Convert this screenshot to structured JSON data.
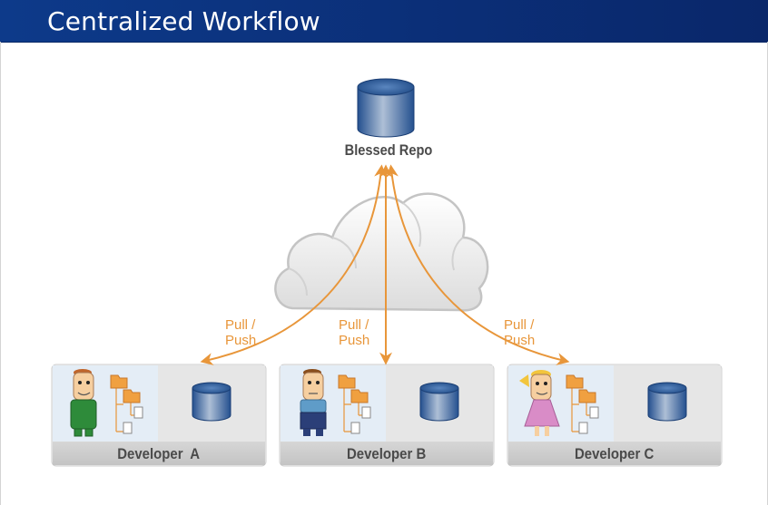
{
  "header": {
    "title": "Centralized Workflow"
  },
  "repo": {
    "label": "Blessed Repo"
  },
  "links": [
    {
      "line1": "Pull /",
      "line2": "Push"
    },
    {
      "line1": "Pull /",
      "line2": "Push"
    },
    {
      "line1": "Pull /",
      "line2": "Push"
    }
  ],
  "developers": [
    {
      "label": "Developer  A"
    },
    {
      "label": "Developer B"
    },
    {
      "label": "Developer C"
    }
  ],
  "colors": {
    "header": "#0b2f78",
    "arrow": "#e8963a",
    "repo_blue": "#2f5f9e",
    "panel": "#e3e3e3"
  }
}
